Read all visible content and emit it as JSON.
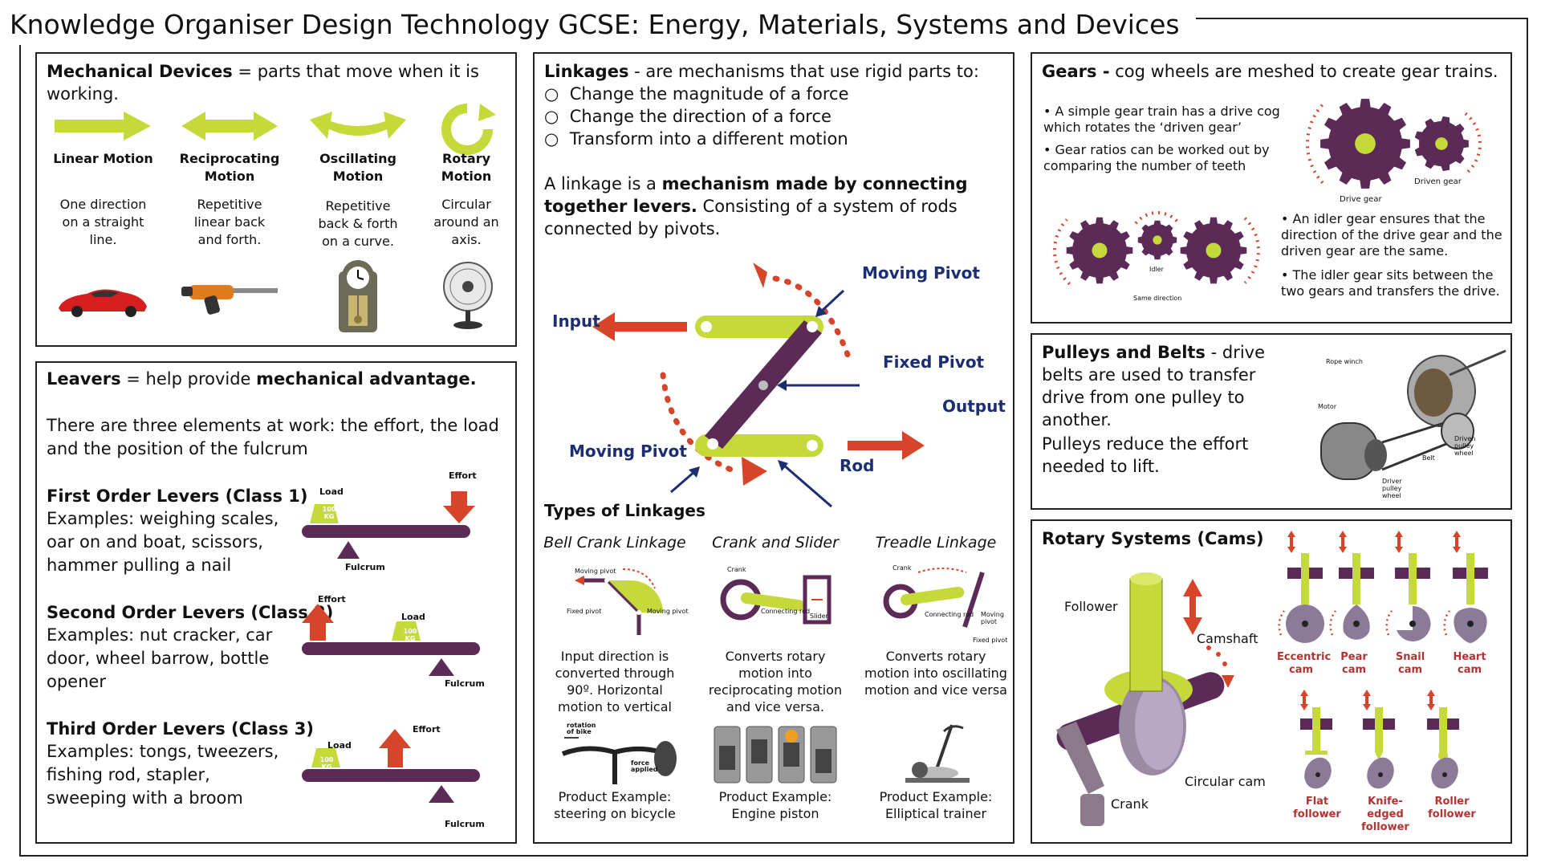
{
  "title": "Knowledge Organiser Design Technology GCSE: Energy, Materials, Systems and Devices",
  "colors": {
    "lime": "#c5d93a",
    "purple": "#5b2a57",
    "red": "#d6452a",
    "navy": "#1b2e72",
    "grey": "#777777"
  },
  "mechanical": {
    "heading_bold": "Mechanical Devices",
    "heading_rest": " = parts that move when it is working.",
    "motions": [
      {
        "name": "Linear Motion",
        "desc": "One direction on a straight line.",
        "icon": "car-image"
      },
      {
        "name": "Reciprocating Motion",
        "desc": "Repetitive linear back and forth.",
        "icon": "saw-image"
      },
      {
        "name": "Oscillating Motion",
        "desc": "Repetitive back & forth on a curve.",
        "icon": "pendulum-clock-image"
      },
      {
        "name": "Rotary Motion",
        "desc": "Circular around an axis.",
        "icon": "fan-image"
      }
    ]
  },
  "levers": {
    "heading_bold1": "Leavers",
    "heading_mid": " = help provide ",
    "heading_bold2": "mechanical advantage.",
    "intro": "There are three elements at work: the effort, the load and the position of the fulcrum",
    "classes": [
      {
        "title": "First Order Levers (Class 1)",
        "examples": "Examples: weighing scales, oar on and boat, scissors, hammer pulling a nail"
      },
      {
        "title": "Second Order Levers (Class 2)",
        "examples": "Examples: nut cracker, car door, wheel barrow, bottle opener"
      },
      {
        "title": "Third Order Levers (Class 3)",
        "examples": "Examples: tongs, tweezers, fishing rod, stapler, sweeping with a broom"
      }
    ],
    "diagram_labels": {
      "load": "Load",
      "effort": "Effort",
      "fulcrum": "Fulcrum",
      "weight_top": "100",
      "weight_bottom": "KG"
    }
  },
  "linkages": {
    "heading_bold": "Linkages",
    "heading_rest": " - are mechanisms that use rigid parts to:",
    "bullets": [
      "Change the magnitude of a force",
      "Change the direction of a force",
      "Transform into a different motion"
    ],
    "def_pre": "A linkage is a ",
    "def_bold": "mechanism made by connecting together levers.",
    "def_post": " Consisting of a system of rods connected by pivots.",
    "diagram": {
      "moving_pivot_top": "Moving Pivot",
      "input": "Input",
      "fixed_pivot": "Fixed Pivot",
      "output": "Output",
      "moving_pivot_bottom": "Moving Pivot",
      "rod": "Rod"
    },
    "types_heading": "Types of Linkages",
    "types": [
      {
        "name": "Bell Crank Linkage",
        "desc": "Input direction is converted through 90º. Horizontal motion to vertical",
        "example": "Product Example: steering on bicycle",
        "mini": [
          "Moving pivot",
          "Fixed pivot",
          "Moving pivot"
        ],
        "photo": [
          "rotation of bike",
          "force applied"
        ]
      },
      {
        "name": "Crank and Slider",
        "desc": "Converts rotary motion into reciprocating motion and vice versa.",
        "example": "Product Example: Engine piston",
        "mini": [
          "Crank",
          "Connecting rod",
          "Slider"
        ]
      },
      {
        "name": "Treadle Linkage",
        "desc": "Converts rotary motion into oscillating motion and vice versa",
        "example": "Product Example: Elliptical trainer",
        "mini": [
          "Crank",
          "Connecting rod",
          "Moving pivot",
          "Fixed pivot"
        ]
      }
    ]
  },
  "gears": {
    "heading_bold": "Gears -",
    "heading_rest": " cog wheels are meshed to create gear trains.",
    "bullets": [
      "A simple gear train has a drive cog which rotates the ‘driven gear’",
      "Gear ratios can be worked out by comparing the number of teeth"
    ],
    "bullets2": [
      "An idler gear ensures that the direction of the drive gear and the driven gear are the same.",
      "The idler gear sits between the two gears and transfers the drive."
    ],
    "labels": {
      "drive": "Drive gear",
      "driven": "Driven gear",
      "idler": "Idler",
      "same": "Same direction"
    }
  },
  "pulleys": {
    "heading_bold": "Pulleys and Belts",
    "heading_rest": " - drive belts are used to transfer drive from one pulley to another.",
    "text2": "Pulleys reduce the effort needed to lift.",
    "labels": {
      "rope": "Rope winch",
      "motor": "Motor",
      "driven": "Driven pulley wheel",
      "belt": "Belt",
      "driver": "Driver pulley wheel"
    }
  },
  "rotary": {
    "heading": "Rotary Systems (Cams)",
    "labels": {
      "follower": "Follower",
      "camshaft": "Camshaft",
      "circular": "Circular cam",
      "crank": "Crank"
    },
    "cams": [
      "Eccentric cam",
      "Pear cam",
      "Snail cam",
      "Heart cam"
    ],
    "followers": [
      "Flat follower",
      "Knife-edged follower",
      "Roller follower"
    ]
  }
}
